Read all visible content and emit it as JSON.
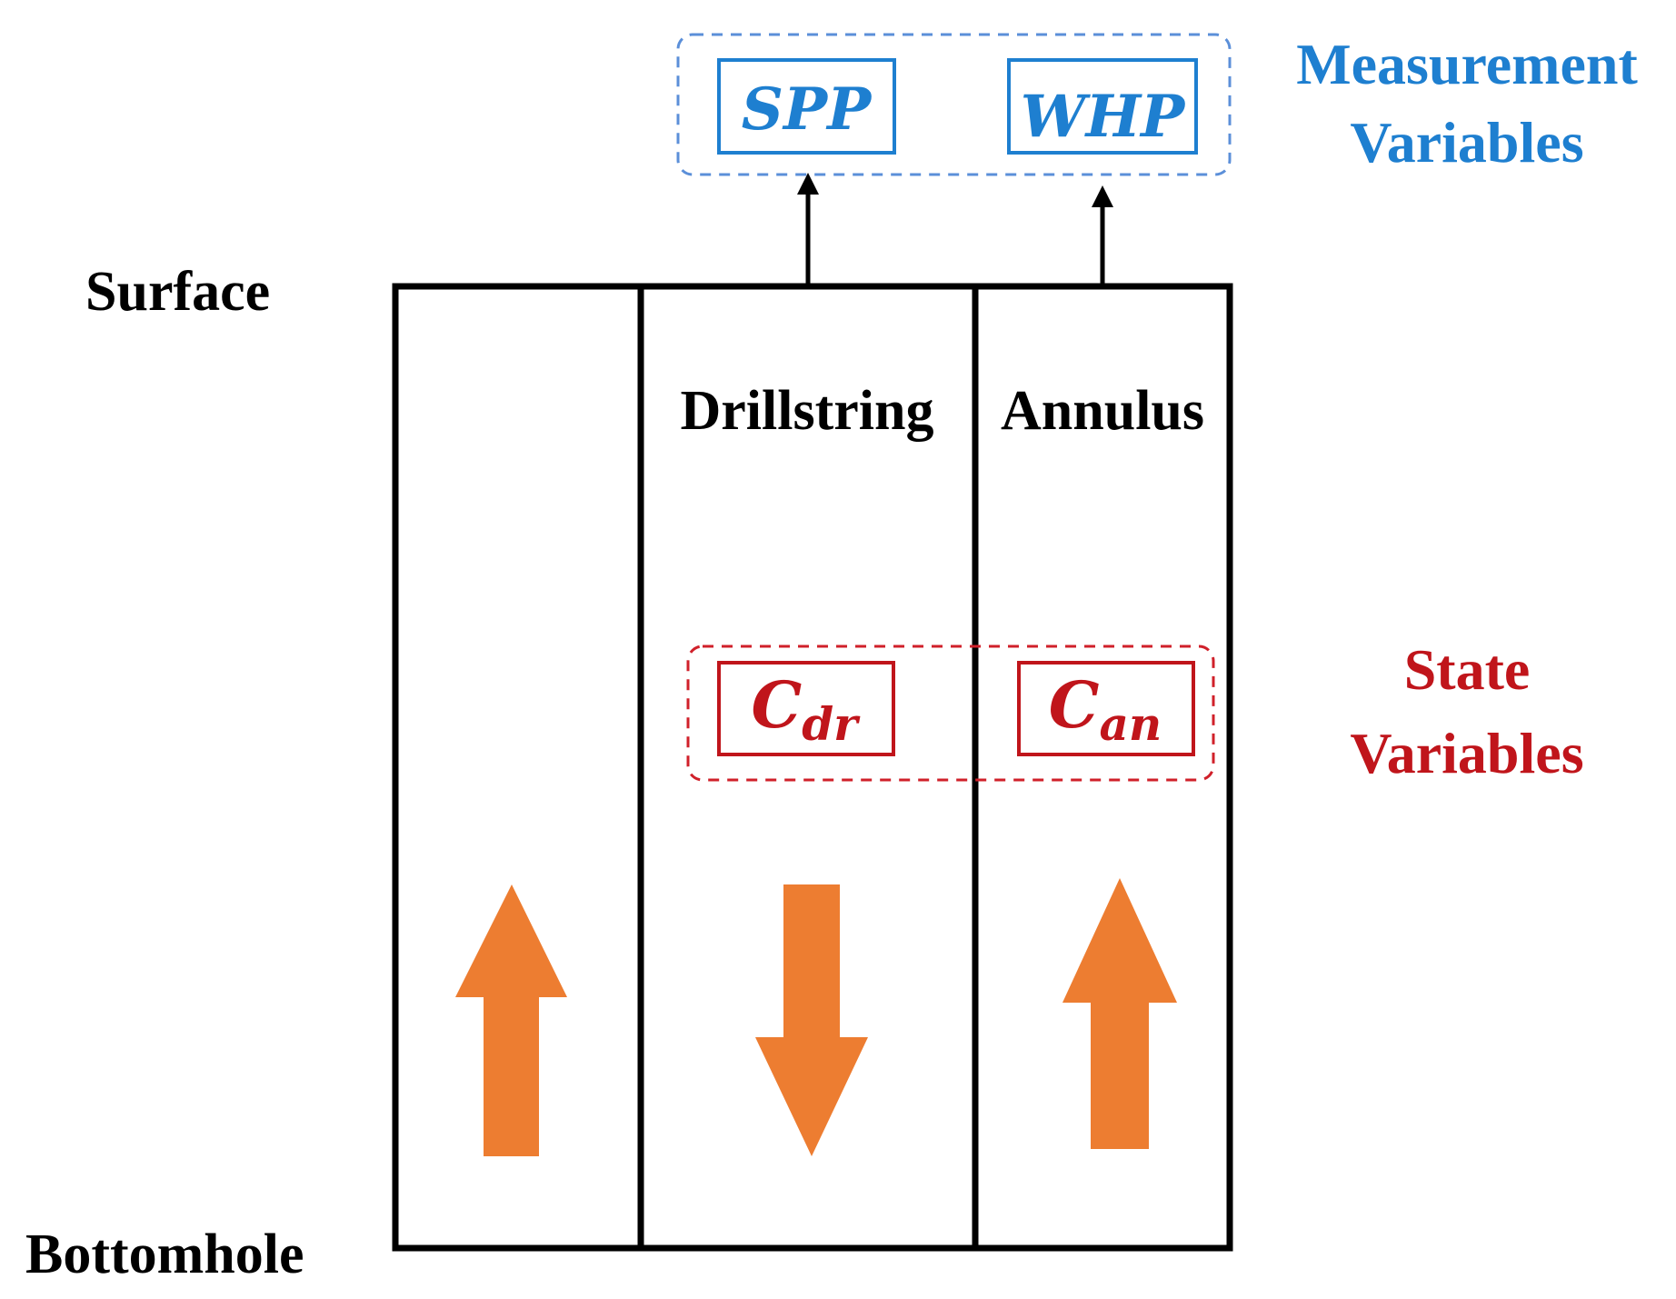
{
  "labels": {
    "surface": "Surface",
    "bottomhole": "Bottomhole",
    "drillstring": "Drillstring",
    "annulus": "Annulus"
  },
  "measurement": {
    "title_line1": "Measurement",
    "title_line2": "Variables",
    "var1": "SPP",
    "var2": "WHP"
  },
  "state": {
    "title_line1": "State",
    "title_line2": "Variables",
    "var1_base": "C",
    "var1_sub": "dr",
    "var2_base": "C",
    "var2_sub": "an"
  },
  "colors": {
    "measurement_blue": "#1E7FD0",
    "measurement_dash": "#5B8FD9",
    "state_red": "#C0151B",
    "state_dash": "#D0202A",
    "flow_arrow": "#ED7D31",
    "outline": "#000000"
  },
  "flow_arrows": [
    "up",
    "down",
    "up"
  ]
}
